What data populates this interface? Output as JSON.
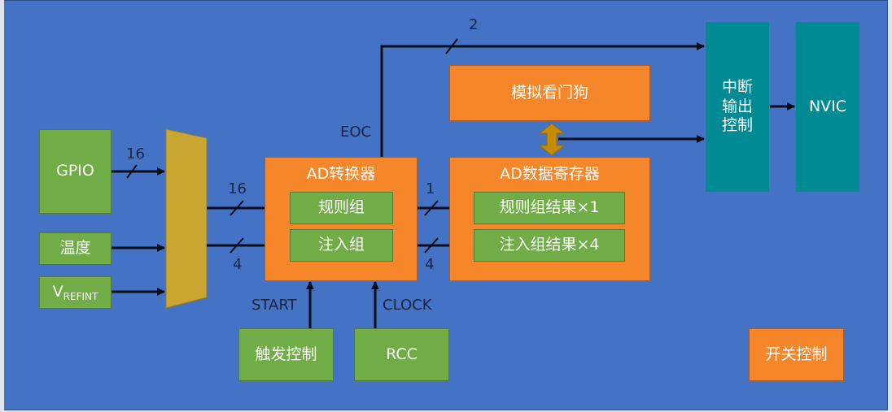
{
  "colors": {
    "background": "#4472c4",
    "green_block": "#70ad47",
    "orange_block": "#f5862a",
    "teal_block": "#008b94",
    "mux": "#c9a632",
    "wire": "#0d0d1a",
    "label_text": "#1c2440"
  },
  "inputs": {
    "gpio": "GPIO",
    "temperature": "温度",
    "vrefint_main": "V",
    "vrefint_sub": "REFINT"
  },
  "adc": {
    "title": "AD转换器",
    "regular_group": "规则组",
    "injected_group": "注入组"
  },
  "data_register": {
    "title": "AD数据寄存器",
    "regular_result": "规则组结果×1",
    "injected_result": "注入组结果×4"
  },
  "watchdog": "模拟看门狗",
  "interrupt_control": [
    "中断",
    "输出",
    "控制"
  ],
  "nvic": "NVIC",
  "trigger_control": "触发控制",
  "rcc": "RCC",
  "switch_control": "开关控制",
  "bus_labels": {
    "gpio_width": "16",
    "regular_in_width": "16",
    "injected_in_width": "4",
    "regular_out_width": "1",
    "injected_out_width": "4",
    "interrupt_width": "2",
    "eoc": "EOC",
    "start": "START",
    "clock": "CLOCK"
  }
}
